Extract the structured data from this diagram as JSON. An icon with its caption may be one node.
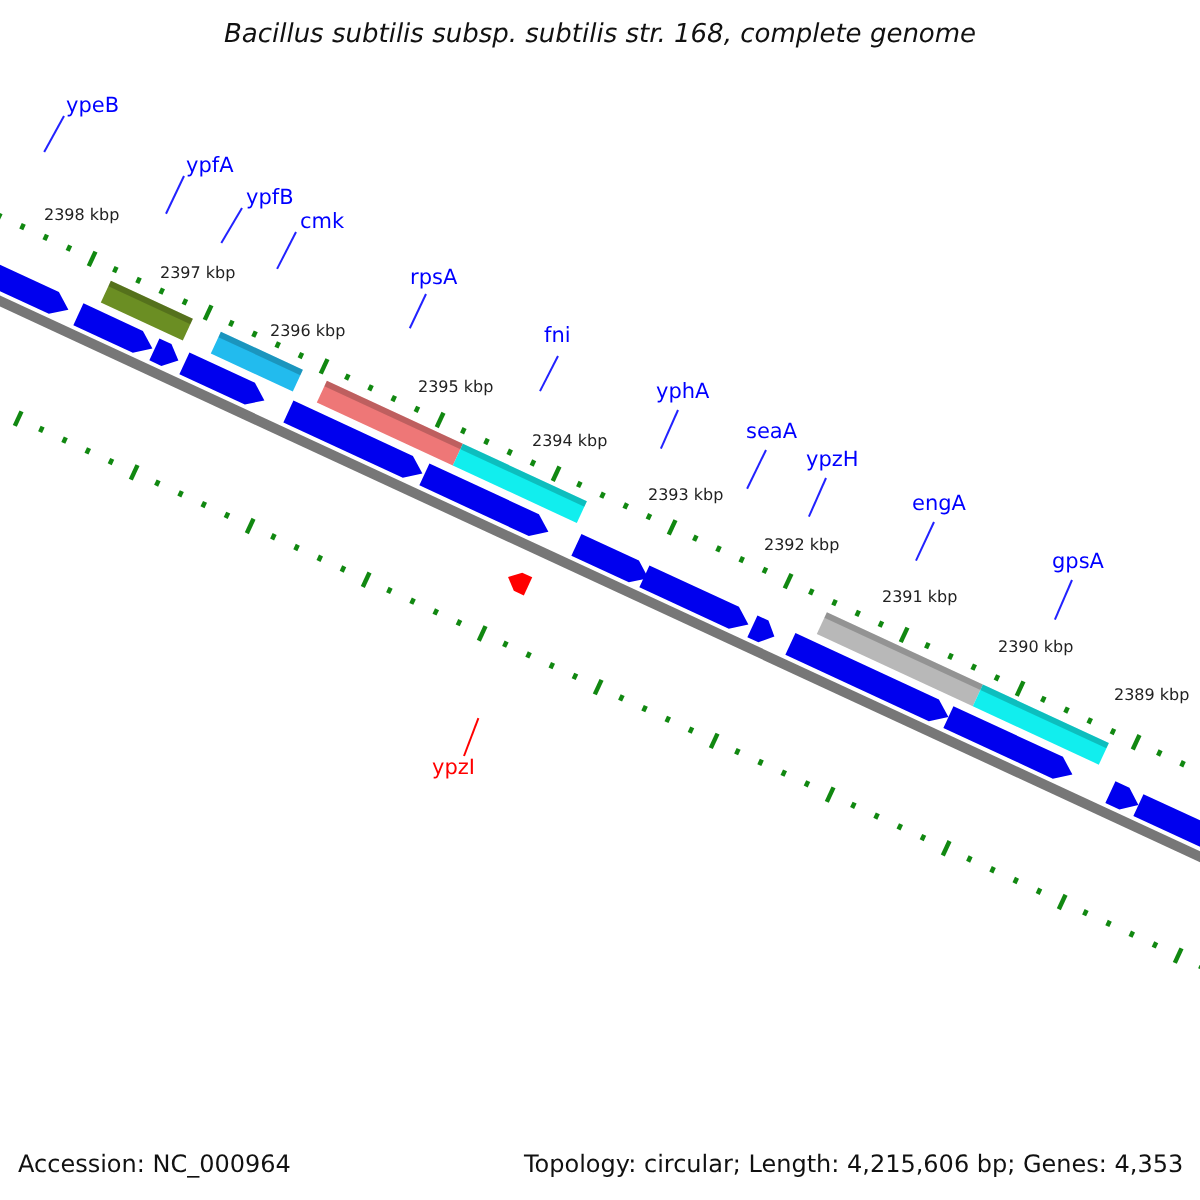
{
  "diagram": {
    "title": "Bacillus subtilis subsp. subtilis str. 168, complete genome",
    "nodes": [
      {
        "text": [
          "ypeB"
        ]
      },
      {
        "text": [
          "ypfA"
        ]
      },
      {
        "text": [
          "ypfB"
        ]
      },
      {
        "text": [
          "cmk"
        ]
      },
      {
        "text": [
          "rpsA"
        ]
      },
      {
        "text": [
          "fni"
        ]
      },
      {
        "text": [
          "yphA"
        ]
      },
      {
        "text": [
          "seaA"
        ]
      },
      {
        "text": [
          "ypzH"
        ]
      },
      {
        "text": [
          "engA"
        ]
      },
      {
        "text": [
          "gpsA"
        ]
      },
      {
        "text": [
          "ypzI"
        ]
      }
    ],
    "edges": [
      {
        "from": 0,
        "to": null,
        "arrow": "none"
      },
      {
        "from": 1,
        "to": null,
        "arrow": "none"
      },
      {
        "from": 2,
        "to": null,
        "arrow": "none"
      },
      {
        "from": 3,
        "to": null,
        "arrow": "none"
      },
      {
        "from": 4,
        "to": null,
        "arrow": "none"
      },
      {
        "from": 5,
        "to": null,
        "arrow": "none"
      },
      {
        "from": 6,
        "to": null,
        "arrow": "none"
      },
      {
        "from": 7,
        "to": null,
        "arrow": "none"
      },
      {
        "from": 8,
        "to": null,
        "arrow": "none"
      },
      {
        "from": 9,
        "to": null,
        "arrow": "none"
      },
      {
        "from": 10,
        "to": null,
        "arrow": "none"
      },
      {
        "from": 11,
        "to": null,
        "arrow": "none",
        "color": "#ff0000"
      }
    ],
    "labels": [
      "2398 kbp",
      "2397 kbp",
      "2396 kbp",
      "2395 kbp",
      "2394 kbp",
      "2393 kbp",
      "2392 kbp",
      "2391 kbp",
      "2390 kbp",
      "2389 kbp",
      "Accession: NC_000964",
      "Topology: circular; Length: 4,215,606 bp; Genes: 4,353"
    ]
  }
}
